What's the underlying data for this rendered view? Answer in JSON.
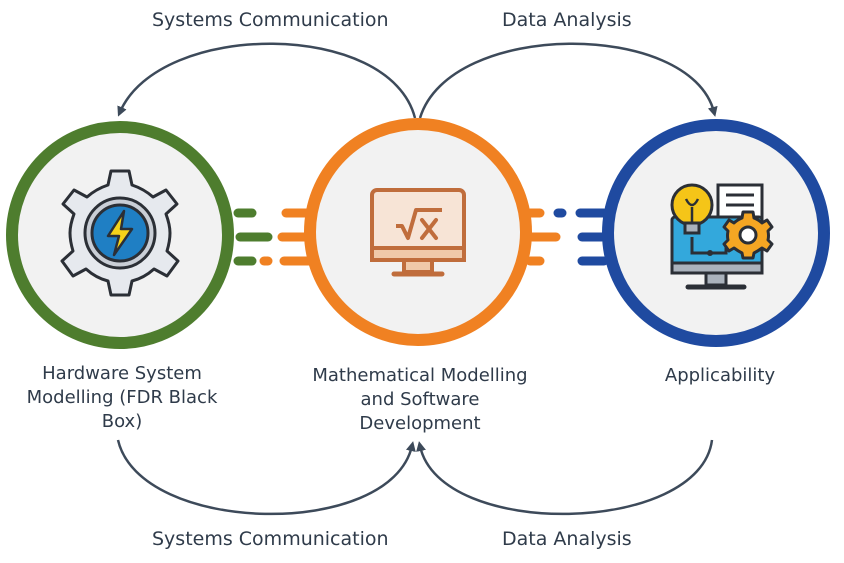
{
  "edges": {
    "top_left": "Systems Communication",
    "top_right": "Data Analysis",
    "bottom_left": "Systems Communication",
    "bottom_right": "Data Analysis"
  },
  "nodes": {
    "hardware": {
      "lines": [
        "Hardware System",
        "Modelling (FDR Black",
        "Box)"
      ],
      "icon": "gear-lightning-icon",
      "color": "#4e7d2e"
    },
    "math": {
      "lines": [
        "Mathematical Modelling",
        "and Software",
        "Development"
      ],
      "icon": "monitor-sqrt-icon",
      "color": "#f08122"
    },
    "applicability": {
      "lines": [
        "Applicability"
      ],
      "icon": "bulb-monitor-gear-icon",
      "color": "#1f4aa0"
    }
  },
  "colors": {
    "arrow": "#3d4a5a",
    "green": "#4e7d2e",
    "orange": "#f08122",
    "blue": "#1f4aa0",
    "text": "#2f3b4a"
  }
}
